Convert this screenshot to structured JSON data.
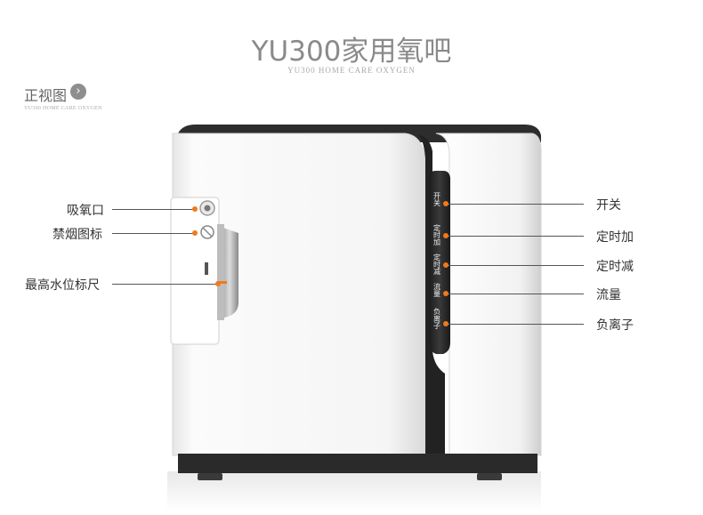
{
  "header": {
    "title": "YU300家用氧吧",
    "subtitle": "YU300 HOME CARE OXYGEN"
  },
  "view": {
    "title": "正视图",
    "icon": "chevron-right-icon",
    "subtitle": "YU300 HOME CARE OXYGEN"
  },
  "left_callouts": [
    {
      "label": "吸氧口"
    },
    {
      "label": "禁烟图标"
    },
    {
      "label": "最高水位标尺"
    }
  ],
  "right_callouts": [
    {
      "label": "开关"
    },
    {
      "label": "定时加"
    },
    {
      "label": "定时减"
    },
    {
      "label": "流量"
    },
    {
      "label": "负离子"
    }
  ],
  "panel_buttons": [
    "开关",
    "定时加",
    "定时减",
    "流量",
    "负离子"
  ],
  "colors": {
    "accent_dot": "#f07a1c",
    "panel_dark": "#2a2a2a",
    "body_white": "#f7f7f7"
  }
}
